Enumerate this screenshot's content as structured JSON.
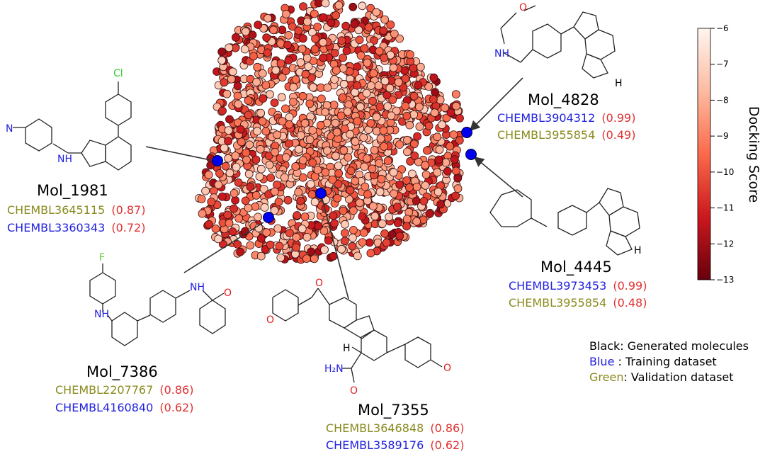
{
  "chart_data": {
    "type": "scatter",
    "title": "",
    "xlabel": "",
    "ylabel": "",
    "colorbar": {
      "label": "Docking Score",
      "range": [
        -13,
        -6
      ],
      "ticks": [
        "−6",
        "−7",
        "−8",
        "−9",
        "−10",
        "−11",
        "−12",
        "−13"
      ],
      "colormap": "Reds_r"
    },
    "highlighted_points": [
      {
        "name": "Mol_1981",
        "color": "#0000ee"
      },
      {
        "name": "Mol_7386",
        "color": "#0000ee"
      },
      {
        "name": "Mol_7355",
        "color": "#0000ee"
      },
      {
        "name": "Mol_4828",
        "color": "#0000ee"
      },
      {
        "name": "Mol_4445",
        "color": "#0000ee"
      }
    ]
  },
  "molecules": {
    "mol_1981": {
      "name": "Mol_1981",
      "match1_id": "CHEMBL3645115",
      "match1_sim": "(0.87)",
      "match2_id": "CHEMBL3360343",
      "match2_sim": "(0.72)"
    },
    "mol_7386": {
      "name": "Mol_7386",
      "match1_id": "CHEMBL2207767",
      "match1_sim": "(0.86)",
      "match2_id": "CHEMBL4160840",
      "match2_sim": "(0.62)"
    },
    "mol_7355": {
      "name": "Mol_7355",
      "match1_id": "CHEMBL3646848",
      "match1_sim": "(0.86)",
      "match2_id": "CHEMBL3589176",
      "match2_sim": "(0.62)"
    },
    "mol_4828": {
      "name": "Mol_4828",
      "match1_id": "CHEMBL3904312",
      "match1_sim": "(0.99)",
      "match2_id": "CHEMBL3955854",
      "match2_sim": "(0.49)"
    },
    "mol_4445": {
      "name": "Mol_4445",
      "match1_id": "CHEMBL3973453",
      "match1_sim": "(0.99)",
      "match2_id": "CHEMBL3955854",
      "match2_sim": "(0.48)"
    }
  },
  "atoms": {
    "cl": "Cl",
    "f": "F",
    "n": "N",
    "nh": "NH",
    "h": "H",
    "o": "O",
    "nh2": "H₂N"
  },
  "legend": {
    "black": "Black: Generated molecules",
    "blue_word": "Blue",
    "blue_rest": " : Training dataset",
    "green_word": "Green",
    "green_rest": ": Validation dataset"
  },
  "colors": {
    "blue": "#1f1fe0",
    "olive": "#8a8a1e",
    "red": "#e03030",
    "highlight": "#0000ee",
    "heteroN": "#2020e0",
    "heteroO": "#e02020",
    "heteroCl": "#33cc33",
    "heteroF": "#66cc33"
  }
}
